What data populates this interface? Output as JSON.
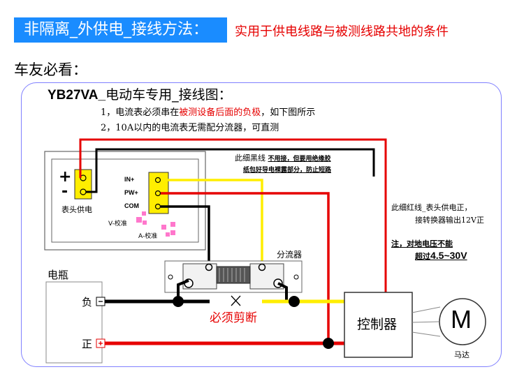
{
  "header": {
    "title": "非隔离_外供电_接线方法：",
    "title_note": "实用于供电线路与被测线路共地的条件"
  },
  "readers_note": "车友必看：",
  "diagram": {
    "title_model": "YB27VA_",
    "title_rest": "电动车专用_接线图：",
    "note1_prefix": "1，电流表必须串在",
    "note1_highlight": "被测设备后面的负极",
    "note1_suffix": "，如下图所示",
    "note2": "2，10A以内的电流表无需配分流器，可直测",
    "meter": {
      "plus": "+",
      "minus": "-",
      "power_label": "表头供电",
      "terminal_in": "IN+",
      "terminal_pw": "PW+",
      "terminal_com": "COM",
      "v_calib": "V-校准",
      "a_calib": "A-校准"
    },
    "black_wire_note_line1_a": "此细黑线",
    "black_wire_note_line1_b": "不用接，但要用绝缘胶",
    "black_wire_note_line2": "纸包好导电裸露部分，防止短路",
    "red_wire_note_line1": "此细红线_表头供电正，",
    "red_wire_note_line2": "接转换器输出12V正",
    "voltage_note_line1": "注，对地电压不能",
    "voltage_note_line2_a": "超过",
    "voltage_note_line2_b": "4.5~30V",
    "shunt_label": "分流器",
    "battery_label": "电瓶",
    "battery_neg": "负",
    "battery_pos": "正",
    "cut_label": "必须剪断",
    "controller_label": "控制器",
    "motor_symbol": "M",
    "motor_label": "马达"
  },
  "colors": {
    "title_bg": "#1a8cff",
    "red_wire": "#e60000",
    "yellow_wire": "#ffee00",
    "black_wire": "#000000",
    "frame_border": "#8080ff"
  }
}
